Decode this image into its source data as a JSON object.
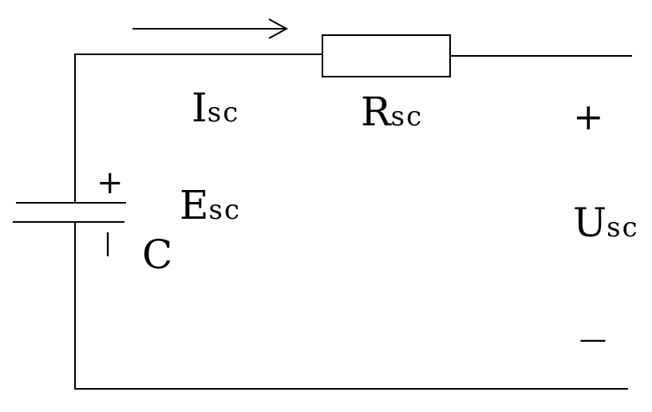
{
  "labels": {
    "current_main": "I",
    "current_sub": "sc",
    "resistor_main": "R",
    "resistor_sub": "sc",
    "emf_main": "E",
    "emf_sub": "sc",
    "voltage_main": "U",
    "voltage_sub": "sc",
    "capacitor": "C",
    "cap_plus": "+",
    "cap_minus": "|",
    "out_plus": "+",
    "out_minus": "—"
  },
  "colors": {
    "stroke": "#000000",
    "background": "#ffffff"
  }
}
